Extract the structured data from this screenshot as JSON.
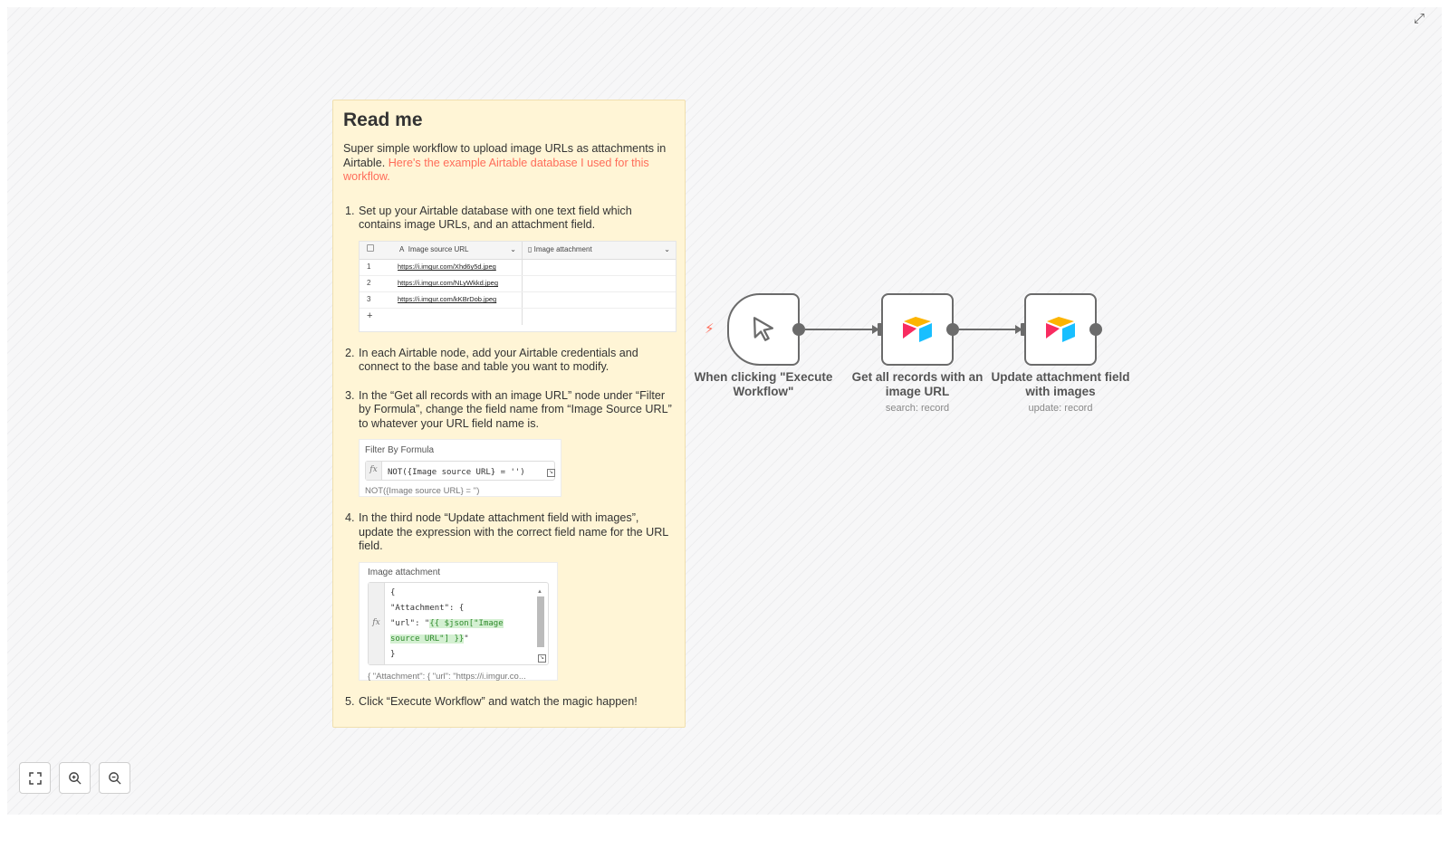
{
  "note": {
    "title": "Read me",
    "intro_text": "Super simple workflow to upload image URLs as attachments in Airtable. ",
    "intro_link": "Here's the example Airtable database I used for this workflow.",
    "steps": [
      "Set up your Airtable database with one text field which contains image URLs, and an attachment field.",
      "In each Airtable node, add your Airtable credentials and connect to the base and table you want to modify.",
      "In the “Get all records with an image URL” node under “Filter by Formula”, change the field name from “Image Source URL” to whatever your URL field name is.",
      "In the third node “Update attachment field with images”, update the expression with the correct field name for the URL field.",
      "Click “Execute Workflow” and watch the magic happen!"
    ],
    "table_image": {
      "col1": "Image source URL",
      "col2": "Image attachment",
      "rows": [
        {
          "num": "1",
          "url": "https://i.imgur.com/Xhd6y5d.jpeg"
        },
        {
          "num": "2",
          "url": "https://i.imgur.com/NLyWkkd.jpeg"
        },
        {
          "num": "3",
          "url": "https://i.imgur.com/kKBrDob.jpeg"
        }
      ],
      "add": "+"
    },
    "formula_image": {
      "label": "Filter By Formula",
      "fx": "fx",
      "code": "NOT({Image source URL} = '')",
      "output": "NOT({Image source URL} = '')"
    },
    "expr_image": {
      "label": "Image attachment",
      "fx": "fx",
      "line1": "{",
      "line2": "\"Attachment\": {",
      "line3_pre": "\"url\": \"",
      "line3_hl": "{{ $json[\"Image",
      "line4_hl": "source URL\"] }}",
      "line4_post": "\"",
      "line5": "}",
      "output": "{ \"Attachment\": { \"url\": \"https://i.imgur.co..."
    }
  },
  "nodes": {
    "trigger": {
      "label": "When clicking \"Execute Workflow\"",
      "icon": "cursor-icon"
    },
    "get_records": {
      "label": "Get all records with an image URL",
      "sub": "search: record",
      "icon": "airtable-icon"
    },
    "update": {
      "label": "Update attachment field with images",
      "sub": "update: record",
      "icon": "airtable-icon"
    }
  },
  "colors": {
    "accent": "#ff6d5a",
    "note_bg": "#fff5d6",
    "node_border": "#6b6b6b"
  },
  "controls": [
    "fit-view-icon",
    "zoom-in-icon",
    "zoom-out-icon"
  ]
}
